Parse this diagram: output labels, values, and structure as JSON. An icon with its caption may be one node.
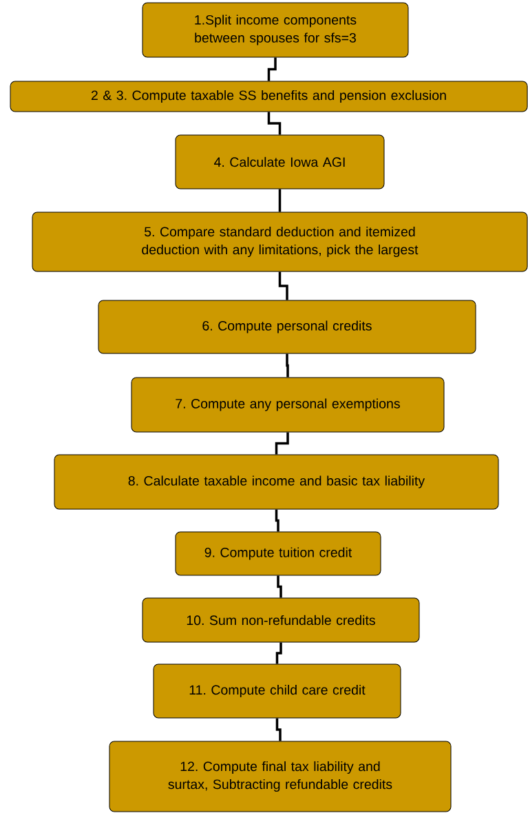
{
  "diagram": {
    "nodes": [
      {
        "text": [
          "1.Split income components between spouses for sfs=3"
        ]
      },
      {
        "text": [
          "2 & 3. Compute taxable SS benefits and pension exclusion"
        ]
      },
      {
        "text": [
          "4. Calculate Iowa AGI"
        ]
      },
      {
        "text": [
          "5. Compare standard deduction and itemized deduction with any limitations, pick the largest"
        ]
      },
      {
        "text": [
          "6. Compute personal credits"
        ]
      },
      {
        "text": [
          "7. Compute any personal exemptions"
        ]
      },
      {
        "text": [
          "8. Calculate taxable income and basic tax liability"
        ]
      },
      {
        "text": [
          "9. Compute tuition credit"
        ]
      },
      {
        "text": [
          "10. Sum non-refundable credits"
        ]
      },
      {
        "text": [
          "11. Compute child care credit"
        ]
      },
      {
        "text": [
          "12. Compute final tax liability and surtax, Subtracting refundable credits"
        ]
      }
    ],
    "edges": [
      {
        "from": 0,
        "to": 1,
        "arrow": "none"
      },
      {
        "from": 1,
        "to": 2,
        "arrow": "none"
      },
      {
        "from": 2,
        "to": 3,
        "arrow": "none"
      },
      {
        "from": 3,
        "to": 4,
        "arrow": "none"
      },
      {
        "from": 4,
        "to": 5,
        "arrow": "none"
      },
      {
        "from": 5,
        "to": 6,
        "arrow": "none"
      },
      {
        "from": 6,
        "to": 7,
        "arrow": "none"
      },
      {
        "from": 7,
        "to": 8,
        "arrow": "none"
      },
      {
        "from": 8,
        "to": 9,
        "arrow": "none"
      },
      {
        "from": 9,
        "to": 10,
        "arrow": "none"
      }
    ]
  }
}
